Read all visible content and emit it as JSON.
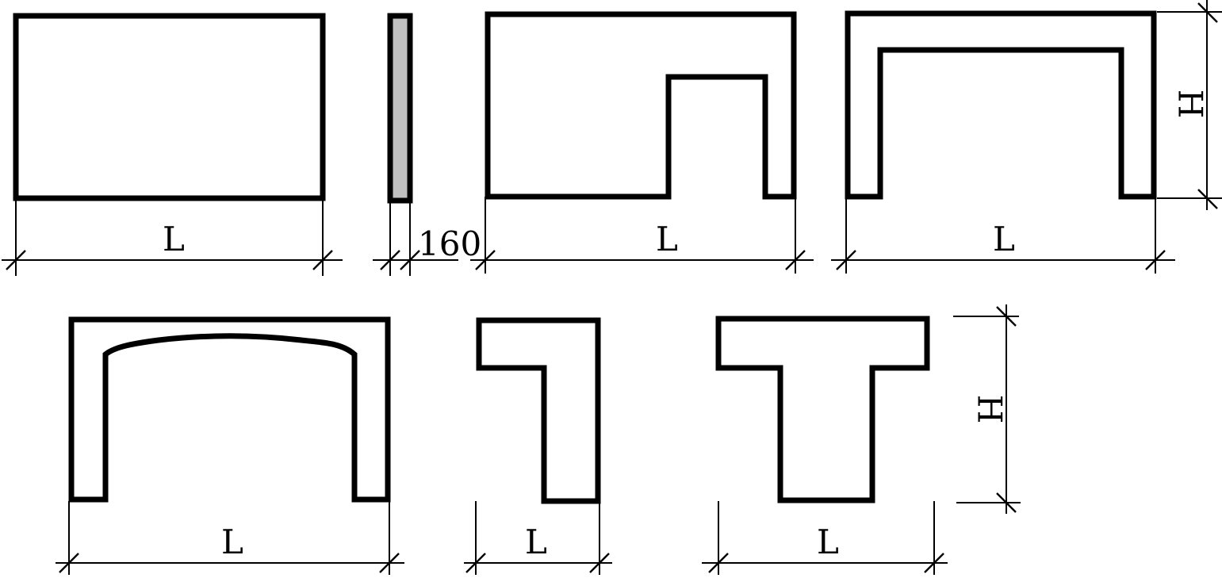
{
  "labels": {
    "length": "L",
    "height": "H",
    "thickness": "160"
  }
}
